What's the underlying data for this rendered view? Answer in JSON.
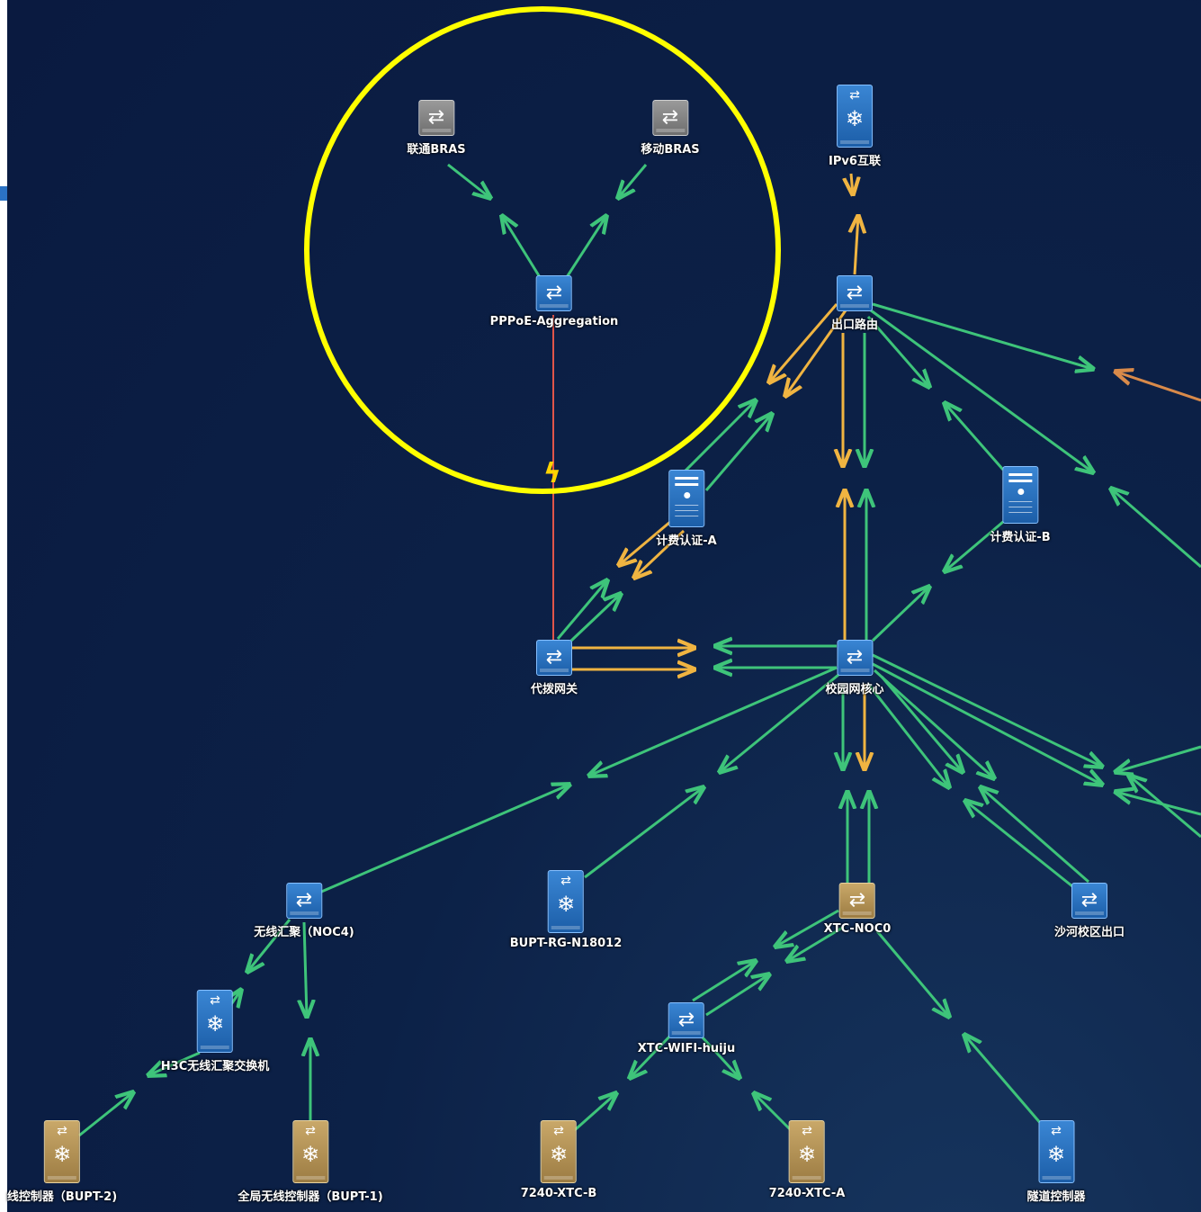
{
  "topology": {
    "nodes": [
      {
        "id": "unicom_bras",
        "label": "联通BRAS",
        "kind": "switch",
        "color": "gray"
      },
      {
        "id": "mobile_bras",
        "label": "移动BRAS",
        "kind": "switch",
        "color": "gray"
      },
      {
        "id": "pppoe",
        "label": "PPPoE-Aggregation",
        "kind": "switch",
        "color": "blue"
      },
      {
        "id": "ipv6",
        "label": "IPv6互联",
        "kind": "tower",
        "color": "blue"
      },
      {
        "id": "exit_router",
        "label": "出口路由",
        "kind": "switch",
        "color": "blue"
      },
      {
        "id": "billing_a",
        "label": "计费认证-A",
        "kind": "server",
        "color": "blue"
      },
      {
        "id": "billing_b",
        "label": "计费认证-B",
        "kind": "server",
        "color": "blue"
      },
      {
        "id": "dial_gw",
        "label": "代拨网关",
        "kind": "switch",
        "color": "blue"
      },
      {
        "id": "campus_core",
        "label": "校园网核心",
        "kind": "switch",
        "color": "blue"
      },
      {
        "id": "wireless_agg",
        "label": "无线汇聚（NOC4)",
        "kind": "switch",
        "color": "blue"
      },
      {
        "id": "bupt_rg",
        "label": "BUPT-RG-N18012",
        "kind": "tower",
        "color": "blue"
      },
      {
        "id": "xtc_noc0",
        "label": "XTC-NOC0",
        "kind": "switch",
        "color": "gold"
      },
      {
        "id": "shahe_exit",
        "label": "沙河校区出口",
        "kind": "switch",
        "color": "blue"
      },
      {
        "id": "h3c_wireless",
        "label": "H3C无线汇聚交换机",
        "kind": "tower",
        "color": "blue"
      },
      {
        "id": "xtc_wifi",
        "label": "XTC-WIFI-huiju",
        "kind": "switch",
        "color": "blue"
      },
      {
        "id": "ctrl_bupt2",
        "label": "线控制器（BUPT-2)",
        "kind": "tower",
        "color": "gold"
      },
      {
        "id": "ctrl_bupt1",
        "label": "全局无线控制器（BUPT-1)",
        "kind": "tower",
        "color": "gold"
      },
      {
        "id": "xtc_b",
        "label": "7240-XTC-B",
        "kind": "tower",
        "color": "gold"
      },
      {
        "id": "xtc_a",
        "label": "7240-XTC-A",
        "kind": "tower",
        "color": "gold"
      },
      {
        "id": "tunnel_ctrl",
        "label": "隧道控制器",
        "kind": "tower",
        "color": "blue"
      }
    ],
    "link_colors": {
      "normal": "#3ec47a",
      "busy": "#f0b441",
      "down": "#e0554a",
      "external": "#d98a4a",
      "fault_marker": "#ffd400",
      "highlight": "#ffff00"
    }
  }
}
